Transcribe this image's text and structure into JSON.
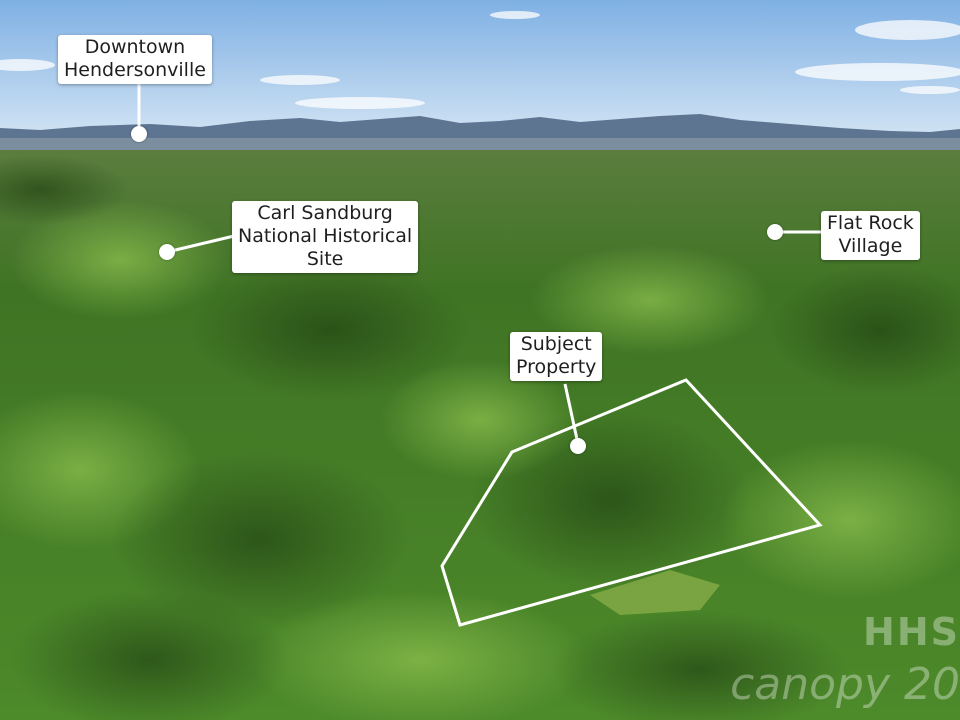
{
  "photo": {
    "kind": "aerial landscape photo with map annotations",
    "colors": {
      "sky_top": "#8fb8e6",
      "sky_bottom": "#d6e6f4",
      "mountains": "#5e7592",
      "forest_dark": "#2f5a1c",
      "forest_mid": "#4f8a2b",
      "forest_light": "#7fb446",
      "annotation": "#ffffff"
    }
  },
  "annotations": [
    {
      "id": "downtown-hendersonville",
      "lines": [
        "Downtown",
        "Hendersonville"
      ]
    },
    {
      "id": "carl-sandburg",
      "lines": [
        "Carl Sandburg",
        "National Historical",
        "Site"
      ]
    },
    {
      "id": "flat-rock-village",
      "lines": [
        "Flat Rock",
        "Village"
      ]
    },
    {
      "id": "subject-property",
      "lines": [
        "Subject",
        "Property"
      ]
    }
  ],
  "watermark": {
    "top": "HHS",
    "bottom": "canopy 20"
  }
}
